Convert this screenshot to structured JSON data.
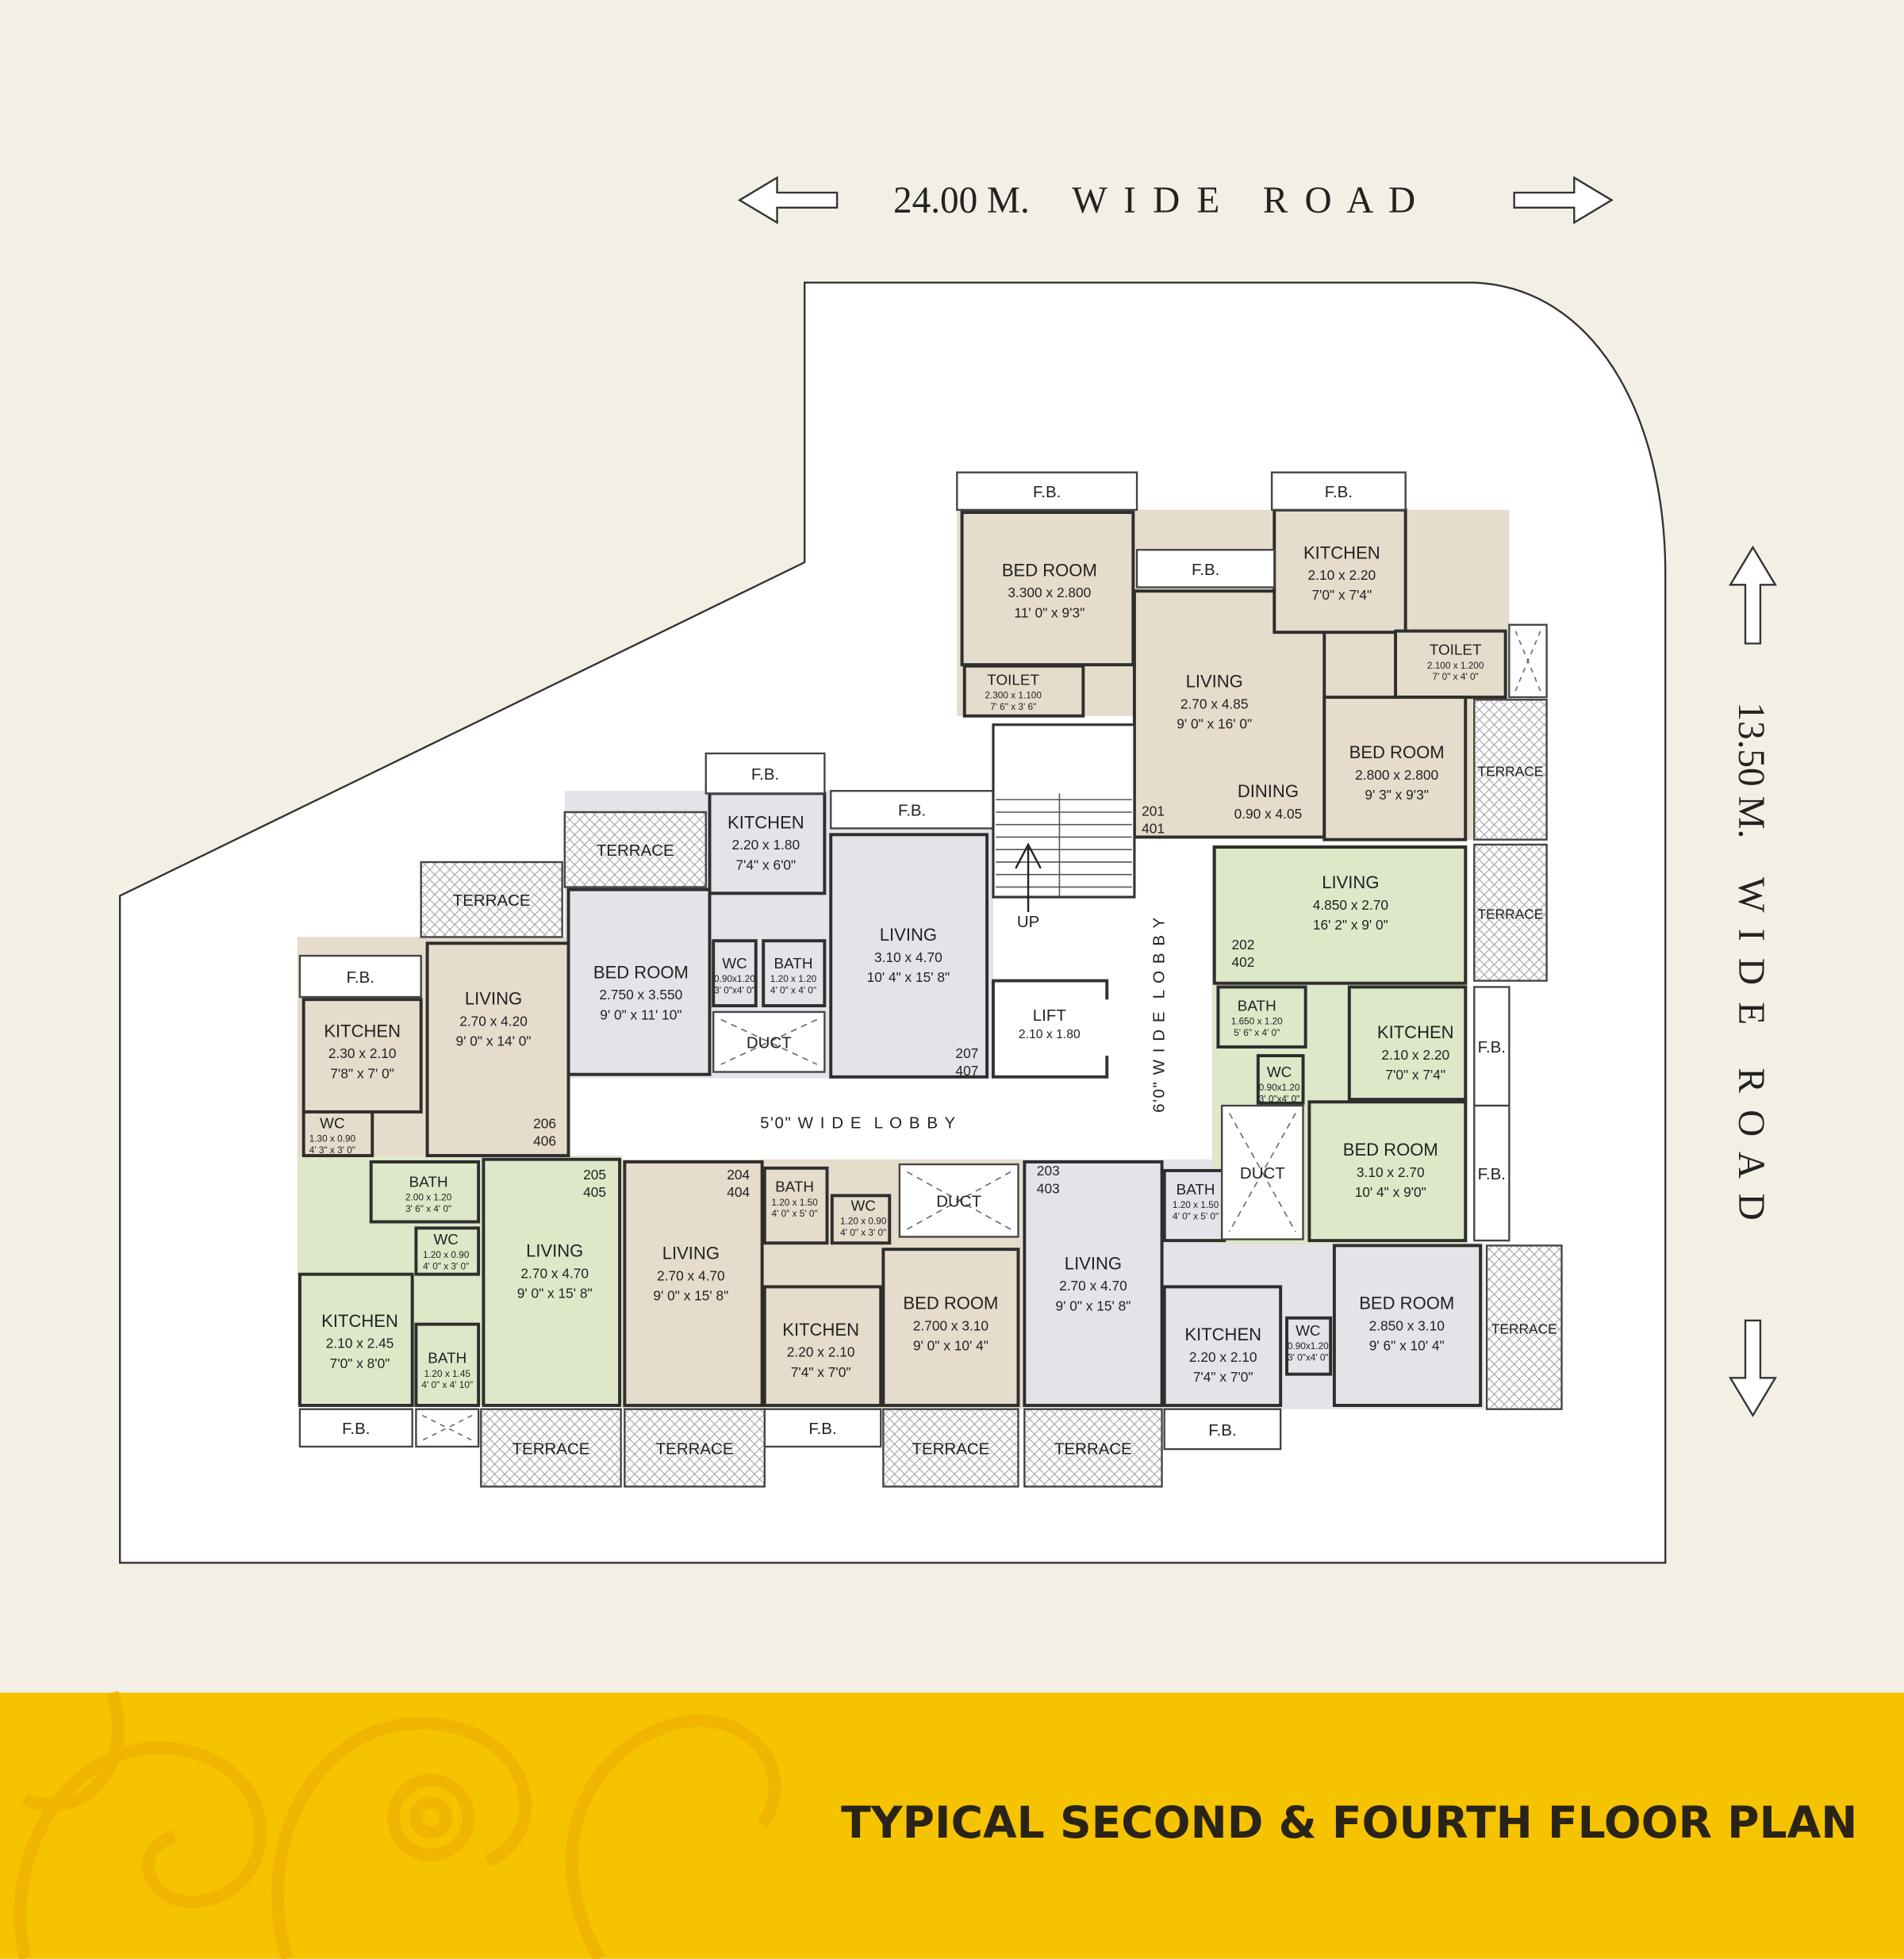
{
  "roads": {
    "top": {
      "width": "24.00 M.",
      "label": "W I D E   R O A D"
    },
    "right": {
      "width": "13.50 M.",
      "label": "W I D E   R O A D"
    }
  },
  "title": "TYPICAL SECOND & FOURTH FLOOR PLAN",
  "labels": {
    "fb": "F.B.",
    "terrace": "TERRACE",
    "duct": "DUCT"
  },
  "lobby": {
    "horizontal": "5'0\" W I D E  L O B B Y",
    "vertical": "6'0\" W I D E  L O B B Y",
    "lift": {
      "name": "LIFT",
      "metric": "2.10 x 1.80"
    },
    "stairs": "UP"
  },
  "colors": {
    "tan": "#e6dccb",
    "lavender": "#e5e2e9",
    "green": "#dde8c9",
    "band": "#f6c300",
    "background": "#f3efe4"
  },
  "units": {
    "u201": {
      "numbers": {
        "a": "201",
        "b": "401"
      },
      "rooms": {
        "bedroom1": {
          "name": "BED ROOM",
          "metric": "3.300 x 2.800",
          "imperial": "11' 0\" x 9'3\""
        },
        "toilet1": {
          "name": "TOILET",
          "metric": "2.300 x 1.100",
          "imperial": "7' 6\" x 3' 6\""
        },
        "living": {
          "name": "LIVING",
          "metric": "2.70 x 4.85",
          "imperial": "9' 0\" x  16' 0\""
        },
        "kitchen": {
          "name": "KITCHEN",
          "metric": "2.10 x 2.20",
          "imperial": "7'0\" x 7'4\""
        },
        "toilet2": {
          "name": "TOILET",
          "metric": "2.100 x 1.200",
          "imperial": "7' 0\" x 4' 0\""
        },
        "bedroom2": {
          "name": "BED ROOM",
          "metric": "2.800 x 2.800",
          "imperial": "9' 3\" x 9'3\""
        },
        "dining": {
          "name": "DINING",
          "metric": "0.90 x 4.05"
        }
      }
    },
    "u202": {
      "numbers": {
        "a": "202",
        "b": "402"
      },
      "rooms": {
        "living": {
          "name": "LIVING",
          "metric": "4.850 x 2.70",
          "imperial": "16' 2\" x  9' 0\""
        },
        "bath": {
          "name": "BATH",
          "metric": "1.650 x 1.20",
          "imperial": "5' 6\" x 4' 0\""
        },
        "wc": {
          "name": "WC",
          "metric": "0.90x1.20",
          "imperial": "3' 0\"x4' 0\""
        },
        "kitchen": {
          "name": "KITCHEN",
          "metric": "2.10 x 2.20",
          "imperial": "7'0\" x 7'4\""
        },
        "bedroom": {
          "name": "BED ROOM",
          "metric": "3.10 x 2.70",
          "imperial": "10' 4\" x 9'0\""
        }
      }
    },
    "u203": {
      "numbers": {
        "a": "203",
        "b": "403"
      },
      "rooms": {
        "living": {
          "name": "LIVING",
          "metric": "2.70 x 4.70",
          "imperial": "9' 0\" x  15' 8\""
        },
        "bath": {
          "name": "BATH",
          "metric": "1.20 x 1.50",
          "imperial": "4' 0\" x 5' 0\""
        },
        "kitchen": {
          "name": "KITCHEN",
          "metric": "2.20 x 2.10",
          "imperial": "7'4\" x 7'0\""
        },
        "wc": {
          "name": "WC",
          "metric": "0.90x1.20",
          "imperial": "3' 0\"x4' 0\""
        },
        "bedroom": {
          "name": "BED ROOM",
          "metric": "2.850 x 3.10",
          "imperial": "9' 6\" x 10' 4\""
        }
      }
    },
    "u204": {
      "numbers": {
        "a": "204",
        "b": "404"
      },
      "rooms": {
        "living": {
          "name": "LIVING",
          "metric": "2.70 x 4.70",
          "imperial": "9' 0\" x  15' 8\""
        },
        "bath": {
          "name": "BATH",
          "metric": "1.20 x 1.50",
          "imperial": "4' 0\" x 5' 0\""
        },
        "wc": {
          "name": "WC",
          "metric": "1.20 x 0.90",
          "imperial": "4' 0\" x 3' 0\""
        },
        "kitchen": {
          "name": "KITCHEN",
          "metric": "2.20 x 2.10",
          "imperial": "7'4\" x 7'0\""
        },
        "bedroom": {
          "name": "BED ROOM",
          "metric": "2.700 x 3.10",
          "imperial": "9' 0\" x 10' 4\""
        }
      }
    },
    "u205": {
      "numbers": {
        "a": "205",
        "b": "405"
      },
      "rooms": {
        "bath1": {
          "name": "BATH",
          "metric": "2.00 x 1.20",
          "imperial": "3' 6\" x 4' 0\""
        },
        "wc": {
          "name": "WC",
          "metric": "1.20 x 0.90",
          "imperial": "4' 0\" x 3' 0\""
        },
        "living": {
          "name": "LIVING",
          "metric": "2.70 x 4.70",
          "imperial": "9' 0\" x  15' 8\""
        },
        "kitchen": {
          "name": "KITCHEN",
          "metric": "2.10 x 2.45",
          "imperial": "7'0\" x 8'0\""
        },
        "bath2": {
          "name": "BATH",
          "metric": "1.20 x 1.45",
          "imperial": "4' 0\" x 4' 10\""
        }
      }
    },
    "u206": {
      "numbers": {
        "a": "206",
        "b": "406"
      },
      "rooms": {
        "kitchen": {
          "name": "KITCHEN",
          "metric": "2.30 x 2.10",
          "imperial": "7'8\" x 7' 0\""
        },
        "living": {
          "name": "LIVING",
          "metric": "2.70 x 4.20",
          "imperial": "9' 0\" x  14' 0\""
        },
        "wc": {
          "name": "WC",
          "metric": "1.30 x 0.90",
          "imperial": "4' 3\" x 3' 0\""
        }
      }
    },
    "u207": {
      "numbers": {
        "a": "207",
        "b": "407"
      },
      "rooms": {
        "kitchen": {
          "name": "KITCHEN",
          "metric": "2.20 x 1.80",
          "imperial": "7'4\" x 6'0\""
        },
        "living": {
          "name": "LIVING",
          "metric": "3.10 x 4.70",
          "imperial": "10' 4\" x  15' 8\""
        },
        "bedroom": {
          "name": "BED ROOM",
          "metric": "2.750 x 3.550",
          "imperial": "9' 0\" x 11' 10\""
        },
        "wc": {
          "name": "WC",
          "metric": "0.90x1.20",
          "imperial": "3' 0\"x4' 0\""
        },
        "bath": {
          "name": "BATH",
          "metric": "1.20 x 1.20",
          "imperial": "4' 0\" x 4' 0\""
        }
      }
    }
  }
}
